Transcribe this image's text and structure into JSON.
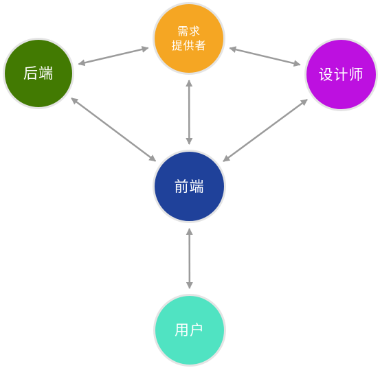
{
  "nodes": {
    "backend": {
      "label": "后端",
      "color": "#427a02"
    },
    "demand": {
      "line1": "需求",
      "line2": "提供者",
      "color": "#f5a623"
    },
    "designer": {
      "label": "设计师",
      "color": "#bd10e0"
    },
    "frontend": {
      "label": "前端",
      "color": "#1f419a"
    },
    "user": {
      "label": "用户",
      "color": "#50e3c2"
    }
  },
  "edges": [
    {
      "from": "backend",
      "to": "demand",
      "direction": "both"
    },
    {
      "from": "demand",
      "to": "designer",
      "direction": "both"
    },
    {
      "from": "demand",
      "to": "frontend",
      "direction": "both"
    },
    {
      "from": "backend",
      "to": "frontend",
      "direction": "both"
    },
    {
      "from": "designer",
      "to": "frontend",
      "direction": "both"
    },
    {
      "from": "frontend",
      "to": "user",
      "direction": "both"
    }
  ],
  "edge_color": "#9b9b9b"
}
